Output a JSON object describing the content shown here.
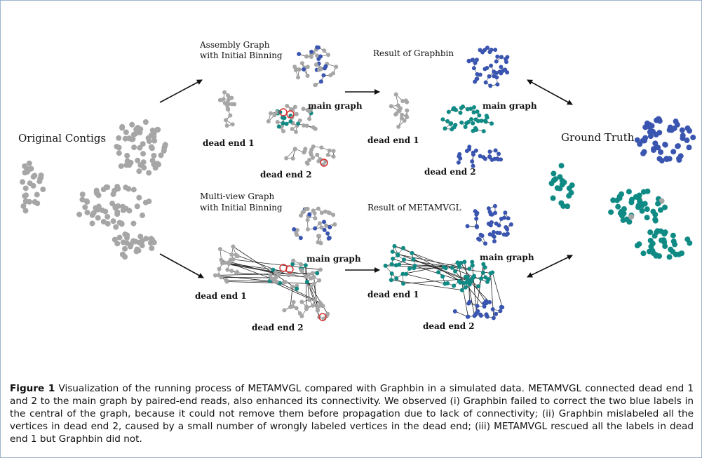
{
  "labels": {
    "original_contigs": "Original Contigs",
    "ground_truth": "Ground Truth",
    "assembly_graph": [
      "Assembly Graph",
      "with Initial Binning"
    ],
    "result_graphbin": "Result of Graphbin",
    "multiview_graph": [
      "Multi-view Graph",
      "with Initial Binning"
    ],
    "result_metamvgl": "Result of METAMVGL",
    "main_graph": "main graph",
    "dead_end_1": "dead end 1",
    "dead_end_2": "dead end 2"
  },
  "caption": {
    "figure_label": "Figure 1",
    "text": "Visualization of the running process of METAMVGL compared with Graphbin in a simulated data. METAMVGL connected dead end 1 and 2 to the main graph by paired-end reads, also enhanced its connectivity. We observed (i) Graphbin failed to correct the two blue labels in the central of the graph, because it could not remove them before propagation due to lack of connectivity; (ii) Graphbin mislabeled all the vertices in dead end 2, caused by a small number of wrongly labeled vertices in the dead end; (iii) METAMVGL rescued all the labels in dead end 1 but Graphbin did not."
  },
  "colors": {
    "unlabeled": "#a6a6a6",
    "blue_bin": "#3a55b0",
    "teal_bin": "#0f8a84",
    "highlight_ring": "#d42a2a",
    "frame_border": "#9fb3cf"
  }
}
